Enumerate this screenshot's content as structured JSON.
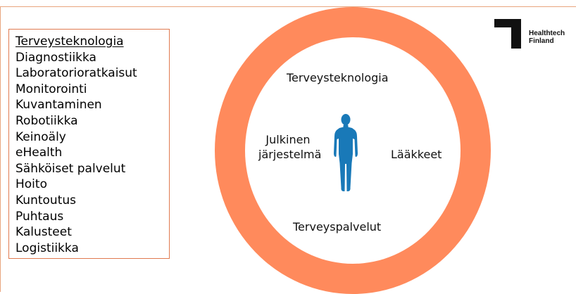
{
  "category_panel": {
    "heading": "Terveysteknologia",
    "items": [
      "Diagnostiikka",
      "Laboratorioratkaisut",
      "Monitorointi",
      "Kuvantaminen",
      "Robotiikka",
      "Keinoäly",
      "eHealth",
      "Sähköiset palvelut",
      "Hoito",
      "Kuntoutus",
      "Puhtaus",
      "Kalusteet",
      "Logistiikka"
    ]
  },
  "logo": {
    "line1": "Healthtech",
    "line2": "Finland"
  },
  "diagram": {
    "top_label": "Terveysteknologia",
    "left_label": "Julkinen järjestelmä",
    "right_label": "Lääkkeet",
    "bottom_label": "Terveyspalvelut"
  },
  "colors": {
    "ring": "#ff8a5c",
    "figure": "#1979b8",
    "box_border": "#e07a50",
    "frame_line": "#e9a57e"
  },
  "icons": {
    "figure": "human-figure-icon",
    "logo_mark": "healthtech-finland-logo-mark"
  }
}
